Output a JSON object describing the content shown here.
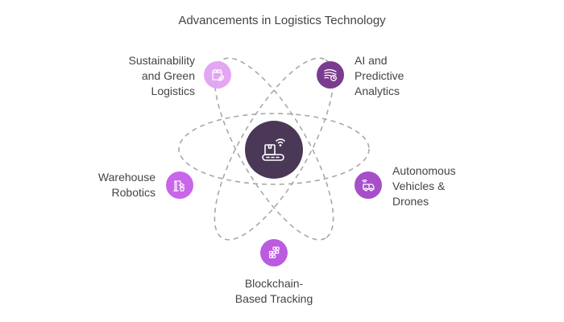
{
  "title": "Advancements in Logistics Technology",
  "center": {
    "icon": "conveyor-wifi-icon",
    "color": "#4a3856"
  },
  "nodes": [
    {
      "id": "sustainability",
      "icon": "box-leaf-icon",
      "color": "#e2a6f2",
      "lines": [
        "Sustainability",
        "and Green",
        "Logistics"
      ]
    },
    {
      "id": "ai",
      "icon": "analytics-wind-clock-icon",
      "color": "#7a3c8e",
      "lines": [
        "AI and",
        "Predictive",
        "Analytics"
      ]
    },
    {
      "id": "autonomous",
      "icon": "truck-wifi-icon",
      "color": "#a64fc9",
      "lines": [
        "Autonomous",
        "Vehicles &",
        "Drones"
      ]
    },
    {
      "id": "blockchain",
      "icon": "blocks-chain-icon",
      "color": "#bb5be0",
      "lines": [
        "Blockchain-",
        "Based Tracking"
      ]
    },
    {
      "id": "warehouse",
      "icon": "robot-arm-icon",
      "color": "#c965ea",
      "lines": [
        "Warehouse",
        "Robotics"
      ]
    }
  ],
  "orbit_color": "#a8a8a8"
}
